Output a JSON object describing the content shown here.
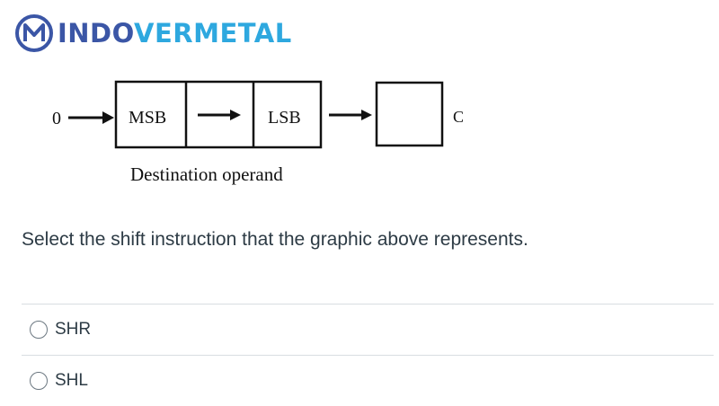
{
  "brand": {
    "name_part_a": "INDO",
    "name_part_b": "VERMETAL",
    "primary_color": "#3b56a6",
    "accent_color": "#2ea8df"
  },
  "diagram": {
    "input_label": "0",
    "msb_label": "MSB",
    "lsb_label": "LSB",
    "carry_label": "C",
    "caption": "Destination operand"
  },
  "question": {
    "text": "Select the shift instruction that the graphic above represents."
  },
  "answers": [
    {
      "label": "SHR",
      "selected": false
    },
    {
      "label": "SHL",
      "selected": false
    }
  ]
}
